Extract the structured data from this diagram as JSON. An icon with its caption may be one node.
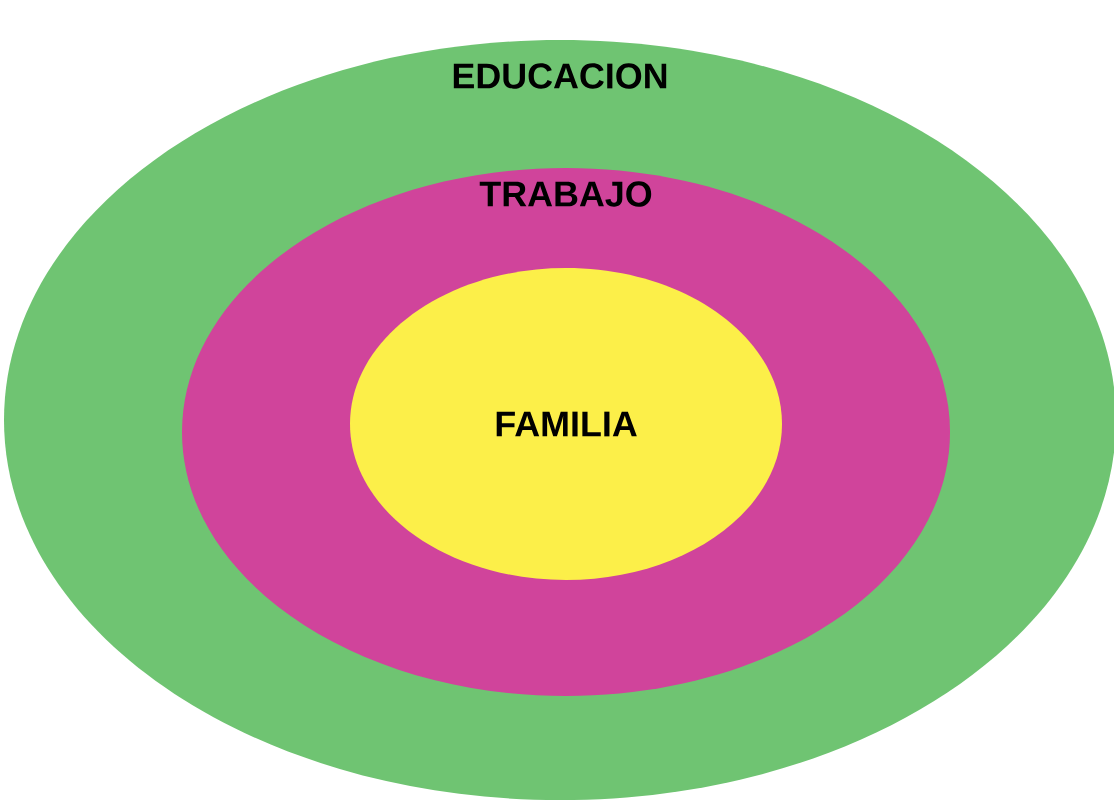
{
  "diagram": {
    "nodes": [
      {
        "text": [
          "EDUCACION"
        ]
      },
      {
        "text": [
          "TRABAJO"
        ],
        "in": 0
      },
      {
        "text": [
          "FAMILIA"
        ],
        "in": 1
      }
    ]
  }
}
